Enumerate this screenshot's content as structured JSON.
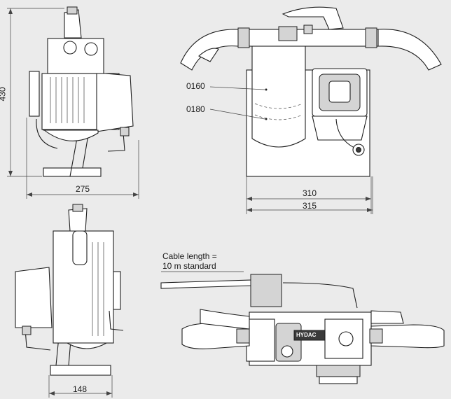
{
  "dimensions": {
    "height_side": "430",
    "width_side": "275",
    "width_front_inner": "310",
    "width_front_outer": "315",
    "width_back": "148"
  },
  "callouts": {
    "level_1": "0160",
    "level_2": "0180"
  },
  "cable_note": {
    "line1": "Cable length =",
    "line2": "10 m standard"
  },
  "brand_mark": "HYDAC"
}
